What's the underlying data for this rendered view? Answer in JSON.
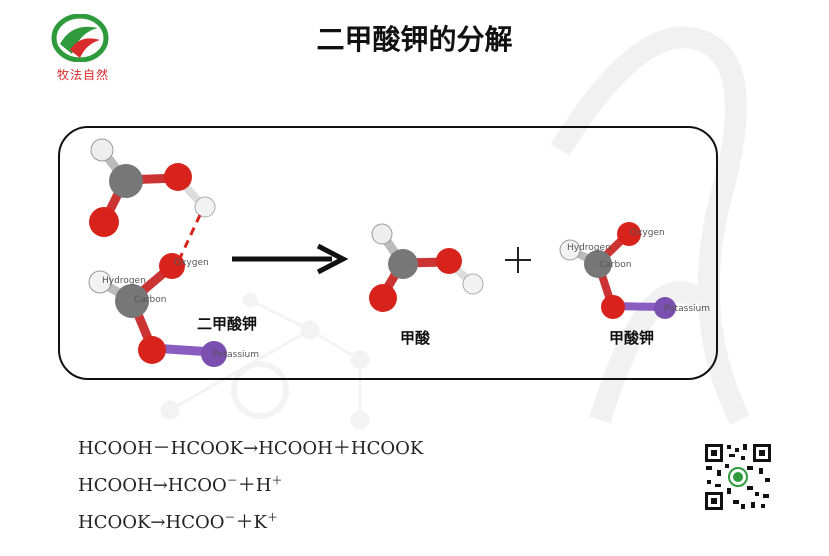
{
  "header": {
    "logo_text": "牧法自然",
    "title": "二甲酸钾的分解"
  },
  "diagram": {
    "reactant_caption": "二甲酸钾",
    "product1_caption": "甲酸",
    "product2_caption": "甲酸钾",
    "plus_sign": "+",
    "reactant_labels": {
      "hydrogen": "Hydrogen",
      "oxygen": "Oxygen",
      "carbon": "Carbon",
      "potassium": "Potassium"
    },
    "product2_labels": {
      "hydrogen": "Hydrogen",
      "oxygen": "Oxygen",
      "carbon": "Carbon",
      "potassium": "Potassium"
    }
  },
  "equations": [
    {
      "text": "HCOOH－HCOOK→HCOOH＋HCOOK",
      "sup1": "",
      "sup2": ""
    },
    {
      "text": "HCOOH→HCOO",
      "sup1": "－",
      "mid": "＋H",
      "sup2": "＋"
    },
    {
      "text": "HCOOK→HCOO",
      "sup1": "－",
      "mid": "＋K",
      "sup2": "＋"
    }
  ],
  "colors": {
    "oxygen": "#d8231c",
    "carbon": "#777777",
    "hydrogen": "#f2f2f2",
    "potassium": "#7b4fb0",
    "logo_green": "#2e9a3c",
    "logo_red": "#d92b2b"
  }
}
